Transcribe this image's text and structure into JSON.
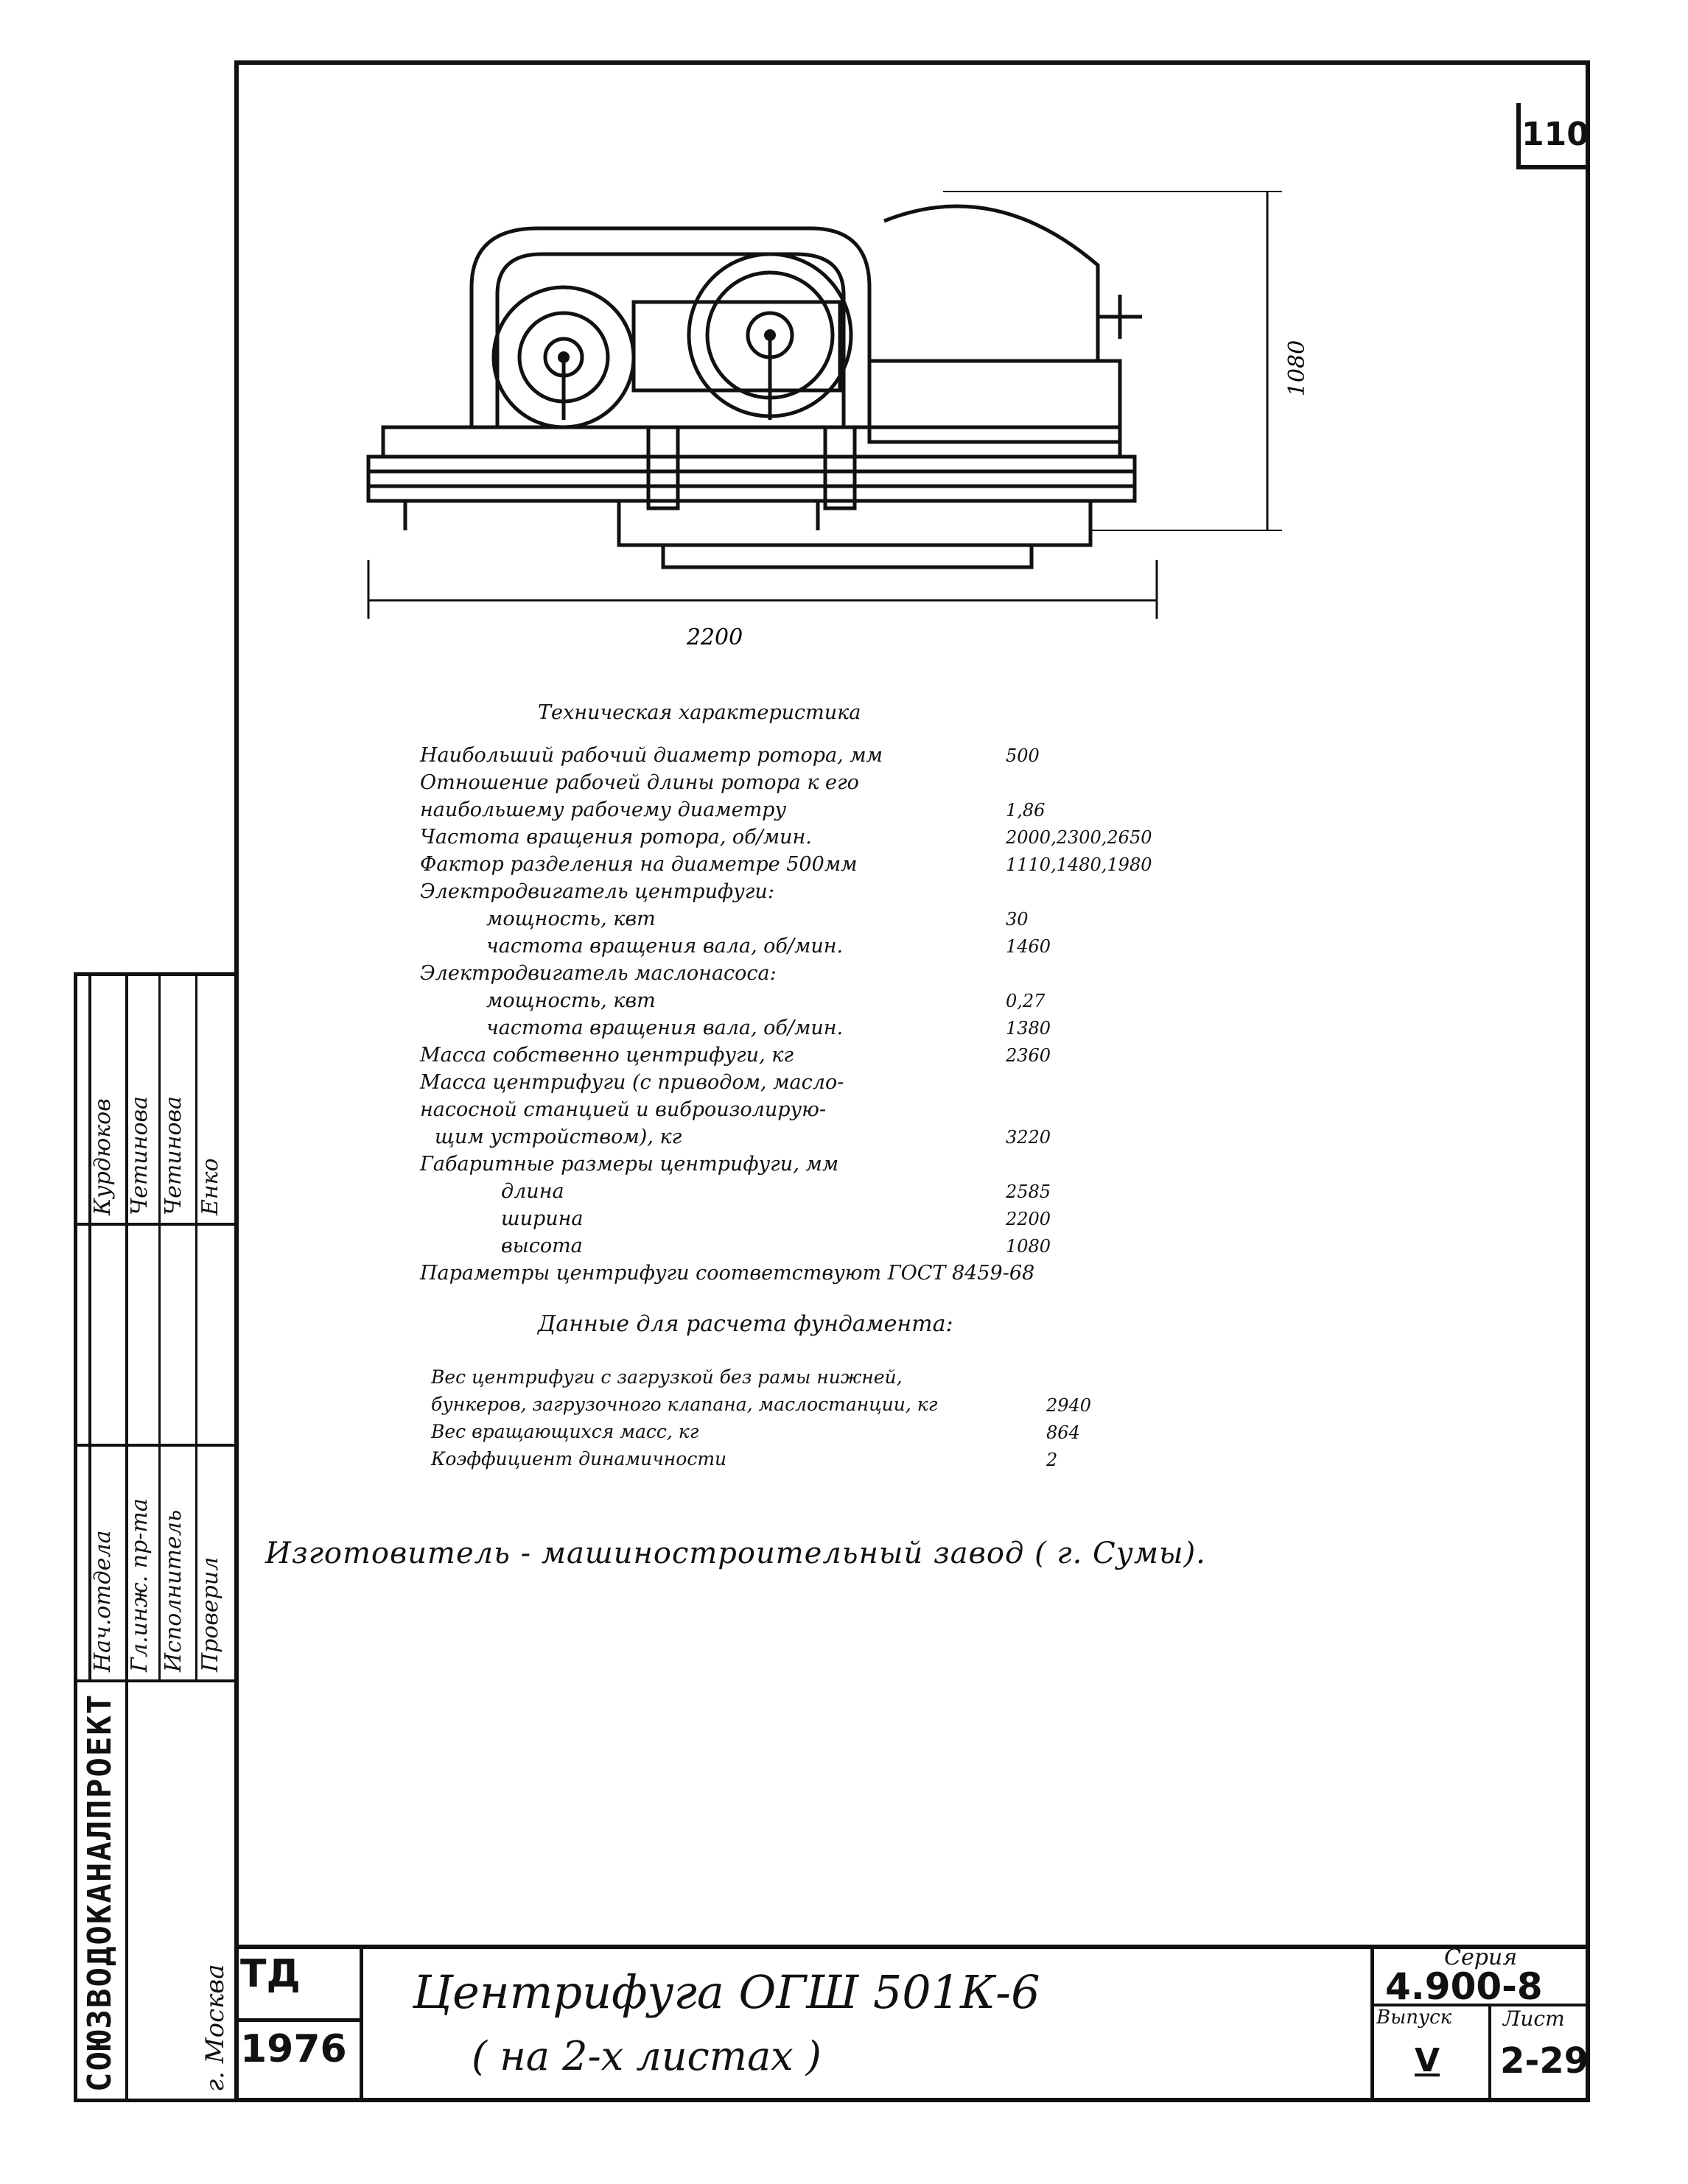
{
  "sheet_number": "110",
  "drawing": {
    "dims": {
      "length": "2200",
      "height": "1080"
    },
    "callout_a": "",
    "callout_b": ""
  },
  "spec": {
    "title": "Техническая характеристика",
    "rows": [
      {
        "label": "Наибольший рабочий диаметр ротора, мм",
        "value": "500"
      },
      {
        "label": "Отношение рабочей длины ротора к его",
        "value": ""
      },
      {
        "label": "наибольшему рабочему диаметру",
        "value": "1,86"
      },
      {
        "label": "Частота вращения ротора, об/мин.",
        "value": "2000,2300,2650"
      },
      {
        "label": "Фактор разделения на диаметре 500мм",
        "value": "1110,1480,1980"
      },
      {
        "label": "Электродвигатель центрифуги:",
        "value": ""
      },
      {
        "label": "мощность, квт",
        "value": "30"
      },
      {
        "label": "частота вращения вала, об/мин.",
        "value": "1460"
      },
      {
        "label": "Электродвигатель маслонасоса:",
        "value": ""
      },
      {
        "label": "мощность, квт",
        "value": "0,27"
      },
      {
        "label": "частота вращения вала, об/мин.",
        "value": "1380"
      },
      {
        "label": "Масса собственно центрифуги, кг",
        "value": "2360"
      },
      {
        "label": "Масса центрифуги (с приводом, масло-",
        "value": ""
      },
      {
        "label": "насосной станцией и виброизолирую-",
        "value": ""
      },
      {
        "label": "щим устройством), кг",
        "value": "3220"
      },
      {
        "label": "Габаритные размеры центрифуги, мм",
        "value": ""
      },
      {
        "label": "длина",
        "value": "2585"
      },
      {
        "label": "ширина",
        "value": "2200"
      },
      {
        "label": "высота",
        "value": "1080"
      },
      {
        "label": "Параметры центрифуги соответствуют ГОСТ 8459-68",
        "value": ""
      }
    ]
  },
  "foundation": {
    "title": "Данные для расчета фундамента:",
    "rows": [
      {
        "label": "Вес центрифуги с загрузкой без рамы нижней,",
        "value": ""
      },
      {
        "label": "бункеров, загрузочного клапана, маслостанции, кг",
        "value": "2940"
      },
      {
        "label": "Вес вращающихся масс, кг",
        "value": "864"
      },
      {
        "label": "Коэффициент динамичности",
        "value": "2"
      }
    ]
  },
  "maker": "Изготовитель - машиностроительный   завод ( г. Сумы).",
  "side_stamp": {
    "org": "СОЮЗВОДОКАНАЛПРОЕКТ",
    "city": "г. Москва",
    "roles": [
      "Нач.отдела",
      "Гл.инж. пр-та",
      "Исполнитель",
      "Проверил"
    ],
    "names": [
      "Курдюков",
      "Четинова",
      "Четинова",
      "Енко"
    ]
  },
  "title_block": {
    "code": "ТД",
    "year": "1976",
    "title": "Центрифуга   ОГШ 501К-6",
    "subtitle": "( на   2-х   листах )",
    "series_label": "Серия",
    "series": "4.900-8",
    "issue_label": "Выпуск",
    "issue": "V",
    "sheet_label": "Лист",
    "sheet": "2-29"
  }
}
